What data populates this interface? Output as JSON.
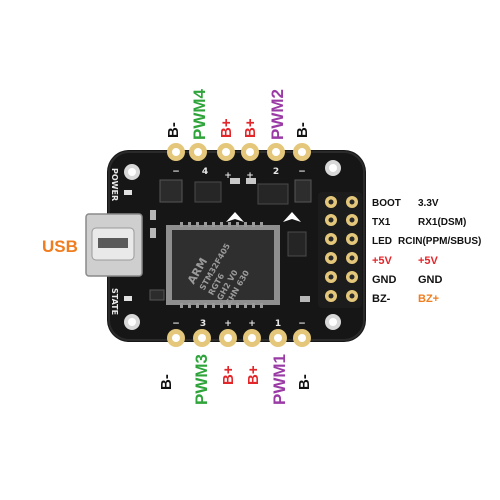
{
  "colors": {
    "black": "#111111",
    "red": "#e3262a",
    "green": "#2ea43a",
    "purple": "#9a3aa5",
    "orange": "#f07d1e",
    "board": "#161616",
    "pad": "#e4c77a",
    "chip": "#3a3a3a"
  },
  "top_labels": [
    {
      "text": "B-",
      "color": "black"
    },
    {
      "text": "PWM4",
      "color": "green"
    },
    {
      "text": "B+",
      "color": "red"
    },
    {
      "text": "B+",
      "color": "red"
    },
    {
      "text": "PWM2",
      "color": "purple"
    },
    {
      "text": "B-",
      "color": "black"
    }
  ],
  "bottom_labels": [
    {
      "text": "B-",
      "color": "black"
    },
    {
      "text": "PWM3",
      "color": "green"
    },
    {
      "text": "B+",
      "color": "red"
    },
    {
      "text": "B+",
      "color": "red"
    },
    {
      "text": "PWM1",
      "color": "purple"
    },
    {
      "text": "B-",
      "color": "black"
    }
  ],
  "usb_label": {
    "text": "USB",
    "color": "orange"
  },
  "right_pins": [
    {
      "left": "BOOT",
      "left_color": "black",
      "right": "3.3V",
      "right_color": "black"
    },
    {
      "left": "TX1",
      "left_color": "black",
      "right": "RX1(DSM)",
      "right_color": "black"
    },
    {
      "left": "LED",
      "left_color": "black",
      "right": "RCIN(PPM/SBUS)",
      "right_color": "black"
    },
    {
      "left": "+5V",
      "left_color": "red",
      "right": "+5V",
      "right_color": "red"
    },
    {
      "left": "GND",
      "left_color": "black",
      "right": "GND",
      "right_color": "black"
    },
    {
      "left": "BZ-",
      "left_color": "black",
      "right": "BZ+",
      "right_color": "orange"
    }
  ],
  "silkscreen": {
    "power": "POWER",
    "state": "STATE",
    "top_numbers": [
      "4",
      "2"
    ],
    "bottom_numbers": [
      "3",
      "1"
    ],
    "minus": "−",
    "plus": "+"
  },
  "chip_marking": [
    "ARM",
    "STM32F405",
    "RGT6",
    "GH2 V0",
    "CHN 630"
  ]
}
